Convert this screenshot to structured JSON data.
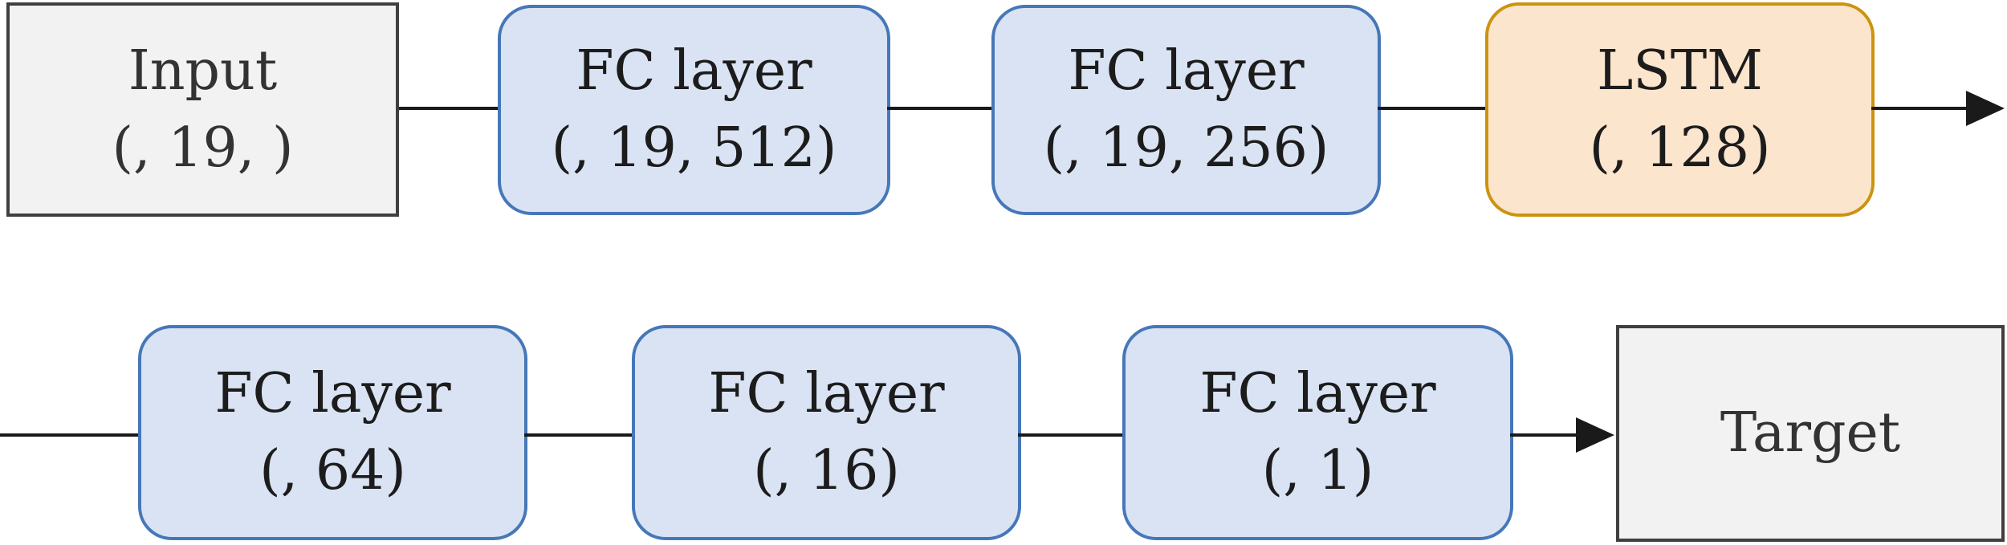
{
  "diagram": {
    "type": "neural-network-architecture-flowchart",
    "colors": {
      "io_fill": "#f2f2f2",
      "io_border": "#3f3f3f",
      "fc_fill": "#dae3f3",
      "fc_border": "#4677b8",
      "lstm_fill": "#fce5cd",
      "lstm_border": "#cc9310",
      "line_color": "#1a1a1a",
      "text_color": "#1c1c1c"
    },
    "rows": [
      {
        "nodes": [
          {
            "id": "input",
            "kind": "io",
            "line1": "Input",
            "line2": "(, 19, )"
          },
          {
            "id": "fc1",
            "kind": "fc",
            "line1": "FC layer",
            "line2": "(, 19, 512)"
          },
          {
            "id": "fc2",
            "kind": "fc",
            "line1": "FC layer",
            "line2": "(, 19, 256)"
          },
          {
            "id": "lstm",
            "kind": "lstm",
            "line1": "LSTM",
            "line2": "(, 128)"
          }
        ]
      },
      {
        "nodes": [
          {
            "id": "fc3",
            "kind": "fc",
            "line1": "FC layer",
            "line2": "(, 64)"
          },
          {
            "id": "fc4",
            "kind": "fc",
            "line1": "FC layer",
            "line2": "(, 16)"
          },
          {
            "id": "fc5",
            "kind": "fc",
            "line1": "FC layer",
            "line2": "(, 1)"
          },
          {
            "id": "target",
            "kind": "io",
            "line1": "Target"
          }
        ]
      }
    ]
  }
}
